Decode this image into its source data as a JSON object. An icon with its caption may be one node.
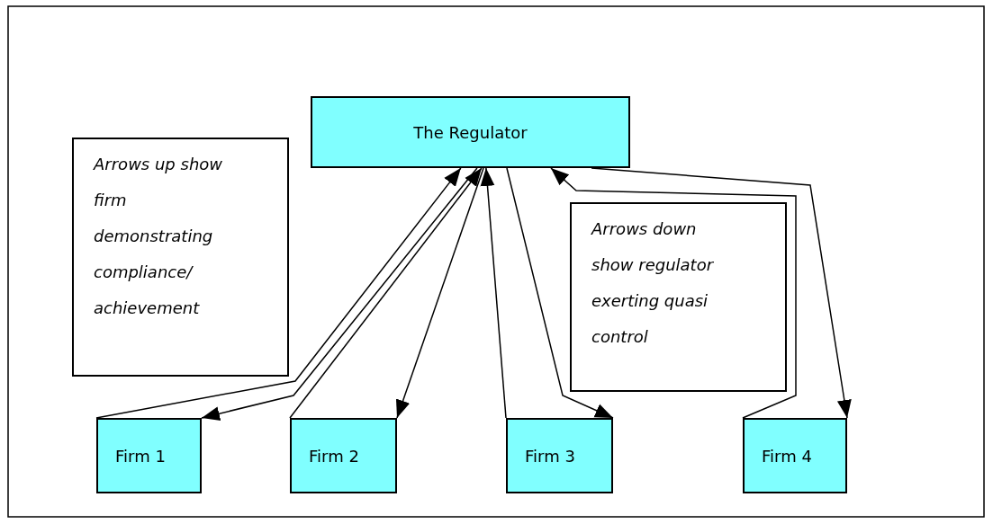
{
  "diagram": {
    "nodes": [
      {
        "text": [
          "The Regulator"
        ]
      },
      {
        "text": [
          "Arrows up show firm demonstrating compliance/ achievement"
        ]
      },
      {
        "text": [
          "Arrows down show regulator exerting quasi control"
        ]
      },
      {
        "text": [
          "Firm 1"
        ]
      },
      {
        "text": [
          "Firm 2"
        ]
      },
      {
        "text": [
          "Firm 3"
        ]
      },
      {
        "text": [
          "Firm 4"
        ]
      }
    ],
    "edges": [
      {
        "from": 3,
        "to": 0,
        "arrow": "to"
      },
      {
        "from": 0,
        "to": 3,
        "arrow": "to"
      },
      {
        "from": 4,
        "to": 0,
        "arrow": "to"
      },
      {
        "from": 0,
        "to": 4,
        "arrow": "to"
      },
      {
        "from": 5,
        "to": 0,
        "arrow": "to"
      },
      {
        "from": 0,
        "to": 5,
        "arrow": "to"
      },
      {
        "from": 6,
        "to": 0,
        "arrow": "to"
      },
      {
        "from": 0,
        "to": 6,
        "arrow": "to"
      }
    ]
  }
}
